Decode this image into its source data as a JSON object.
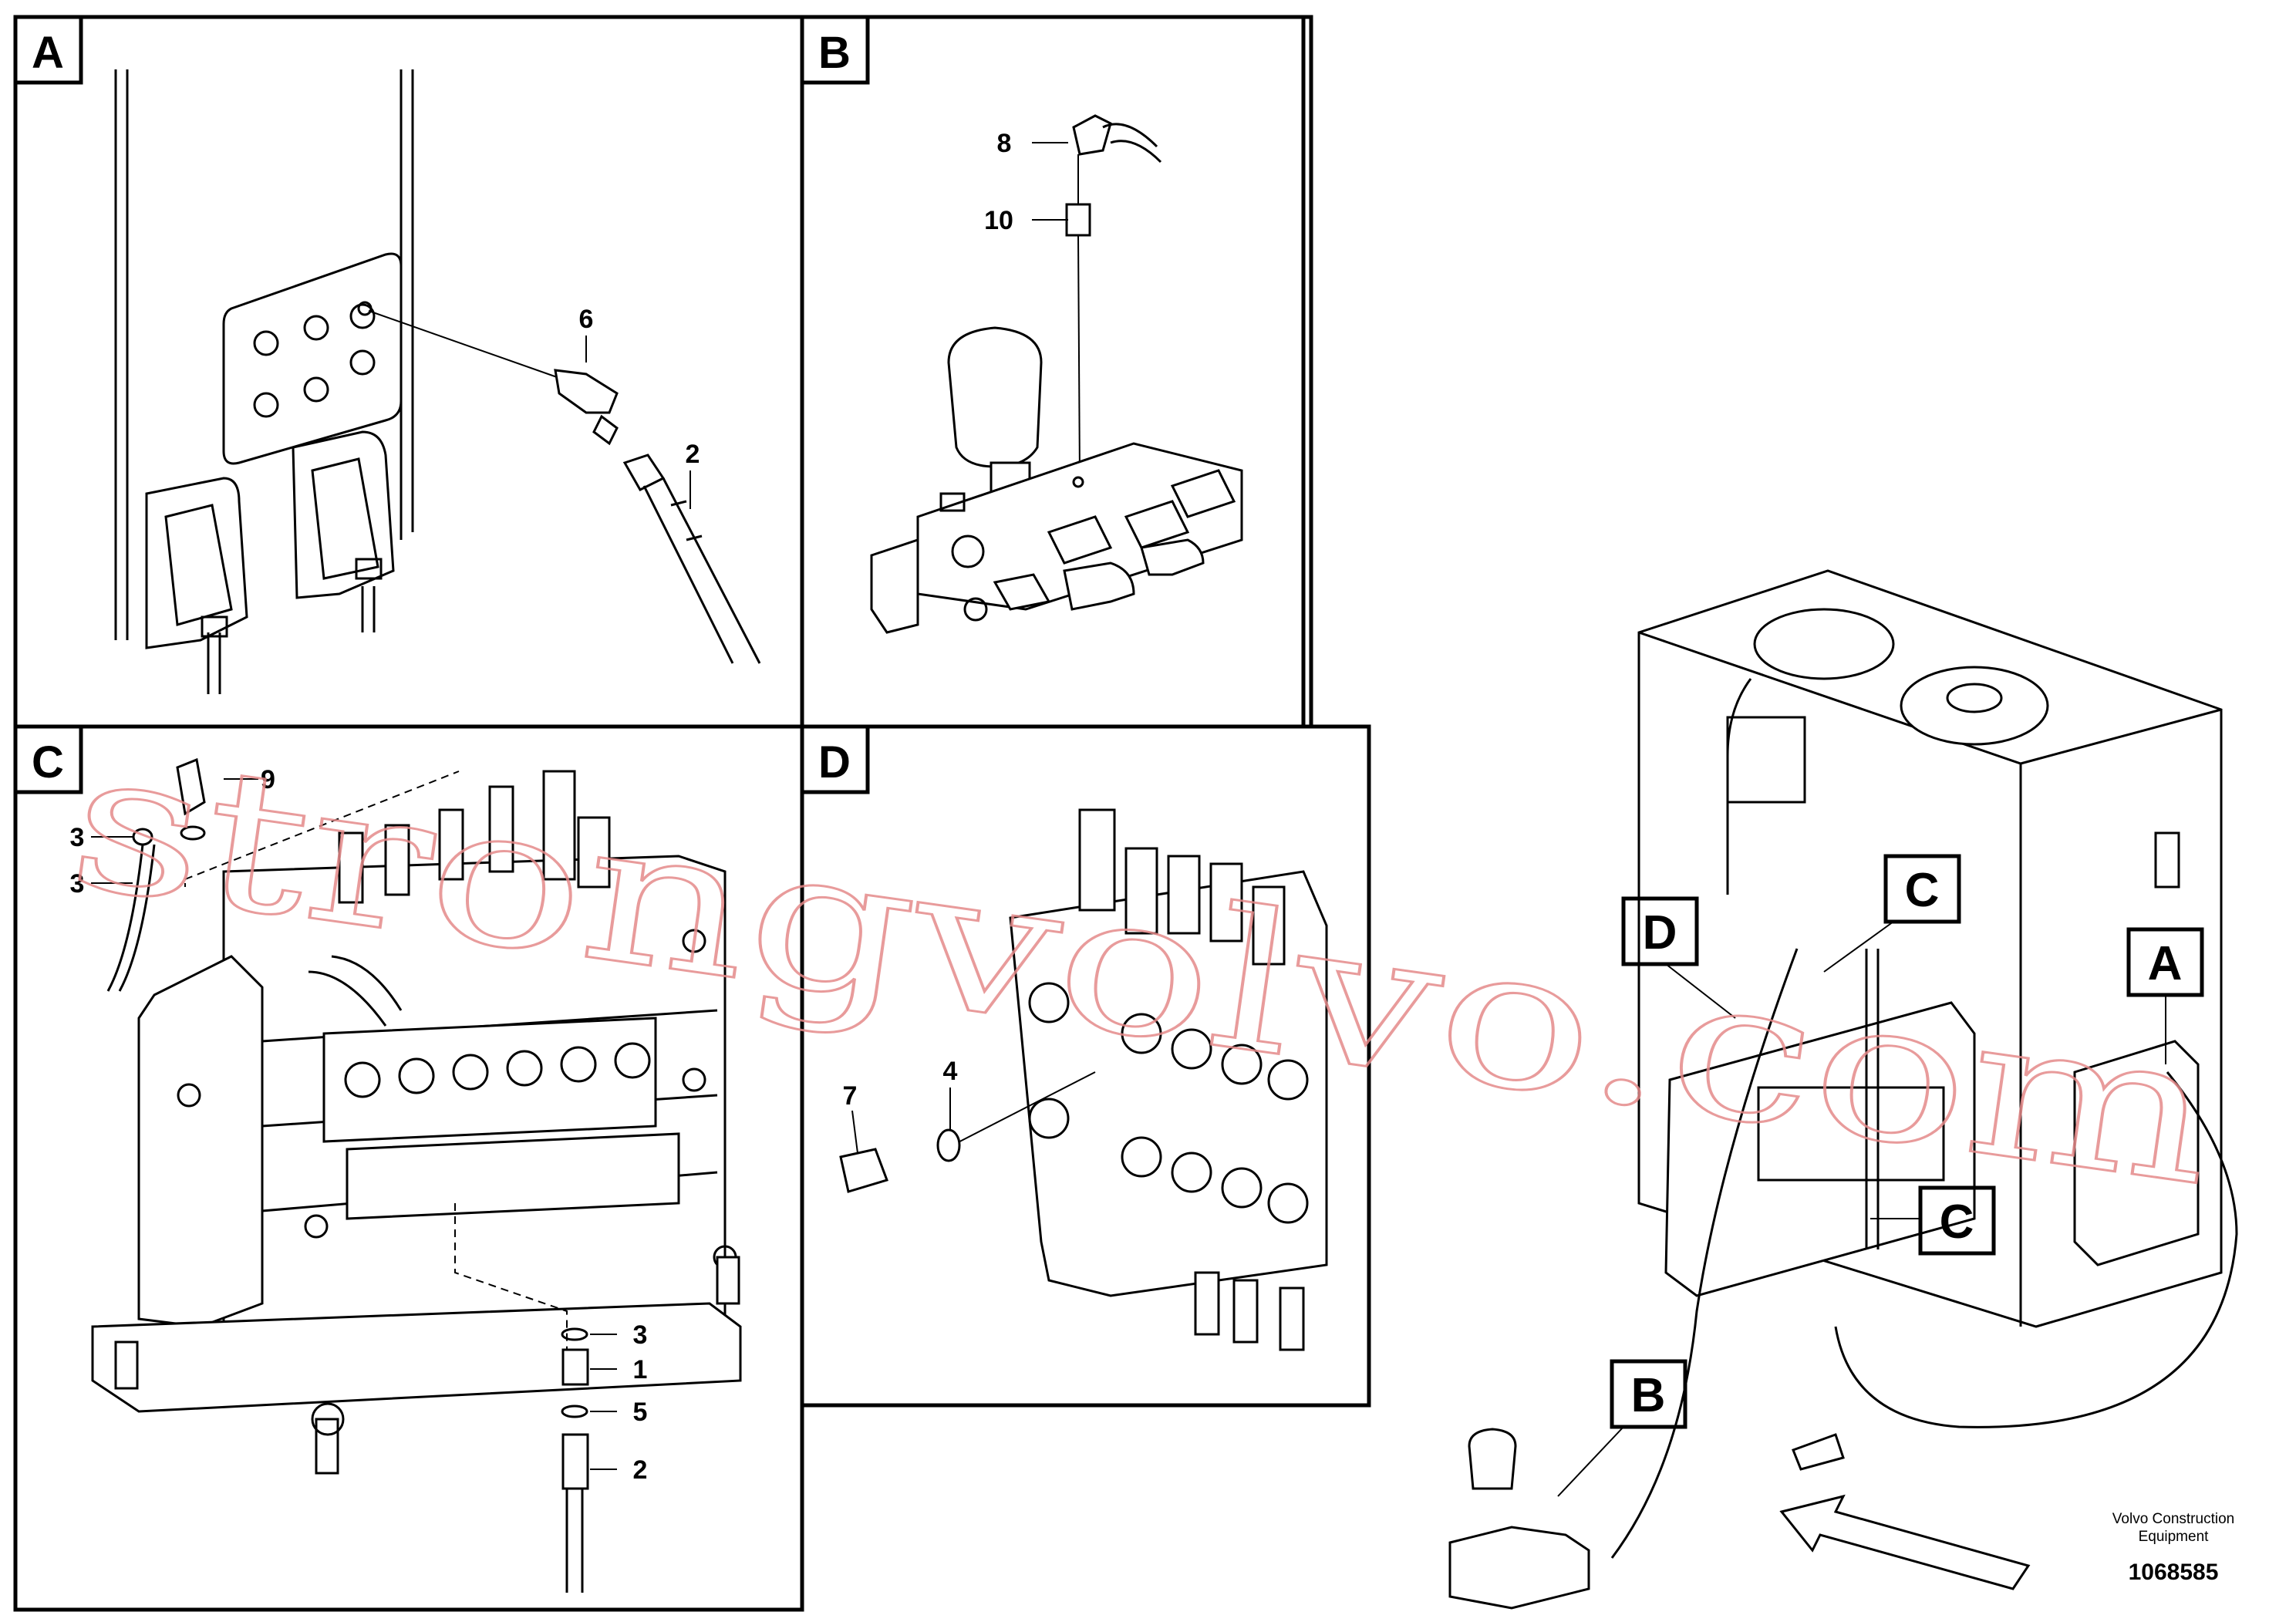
{
  "panels": [
    {
      "id": "A",
      "label": "A"
    },
    {
      "id": "B",
      "label": "B"
    },
    {
      "id": "C",
      "label": "C"
    },
    {
      "id": "D",
      "label": "D"
    }
  ],
  "callouts": {
    "a_6": "6",
    "a_2": "2",
    "b_8": "8",
    "b_10": "10",
    "c_9": "9",
    "c_3_top": "3",
    "c_3_left": "3",
    "c_3": "3",
    "c_1": "1",
    "c_5": "5",
    "c_2": "2",
    "d_7": "7",
    "d_4": "4"
  },
  "overview_labels": {
    "C_top": "C",
    "D": "D",
    "A": "A",
    "C_low": "C",
    "B": "B"
  },
  "footer": {
    "line1": "Volvo Construction",
    "line2": "Equipment",
    "drawing_number": "1068585"
  },
  "watermark": "strongvolvo.com"
}
